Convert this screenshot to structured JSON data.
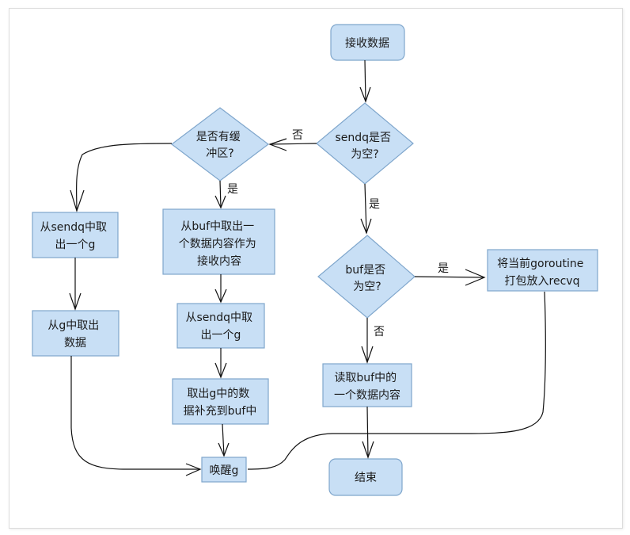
{
  "nodes": {
    "receive": [
      "接收数据"
    ],
    "sendq_empty": [
      "sendq是否",
      "为空?"
    ],
    "has_buffer": [
      "是否有缓",
      "冲区?"
    ],
    "buf_empty": [
      "buf是否",
      "为空?"
    ],
    "left_take_g": [
      "从sendq中取",
      "出一个g"
    ],
    "left_take_data": [
      "从g中取出",
      "数据"
    ],
    "mid_take_buf": [
      "从buf中取出一",
      "个数据内容作为",
      "接收内容"
    ],
    "mid_take_g": [
      "从sendq中取",
      "出一个g"
    ],
    "mid_fill_buf": [
      "取出g中的数",
      "据补充到buf中"
    ],
    "wake_g": [
      "唤醒g"
    ],
    "read_buf": [
      "读取buf中的",
      "一个数据内容"
    ],
    "pack_recvq": [
      "将当前goroutine",
      "打包放入recvq"
    ],
    "end": [
      "结束"
    ]
  },
  "edge_labels": {
    "no_1": "否",
    "yes_1": "是",
    "yes_2": "是",
    "yes_3": "是",
    "no_2": "否"
  },
  "colors": {
    "node_fill": "#c8dff5",
    "node_stroke": "#7fa6cc",
    "line": "#111111"
  }
}
